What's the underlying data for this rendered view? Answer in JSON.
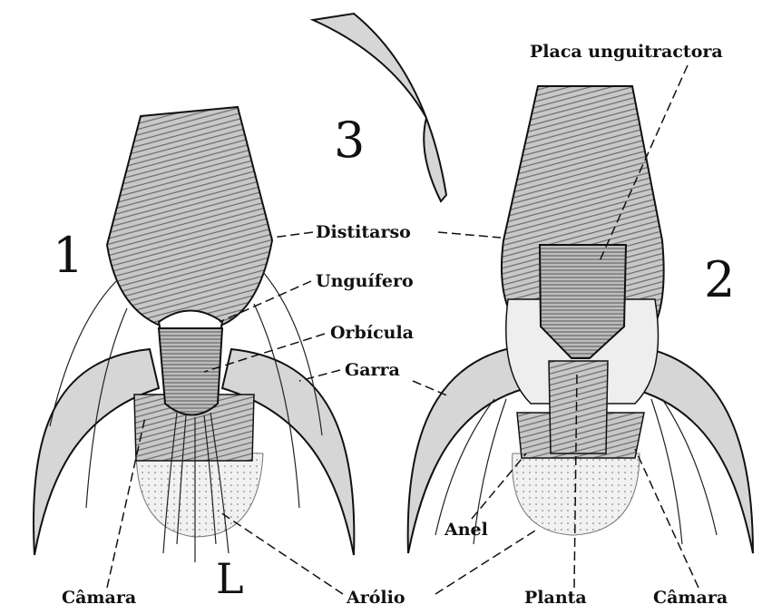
{
  "figure_numbers": {
    "fig1": "1",
    "fig2": "2",
    "fig3": "3",
    "corner_mark": "L"
  },
  "labels": {
    "placa_unguitractora": "Placa unguitractora",
    "distitarso": "Distitarso",
    "unguifero": "Unguífero",
    "orbicula": "Orbícula",
    "garra": "Garra",
    "camara_left": "Câmara",
    "arolio": "Arólio",
    "anel": "Anel",
    "planta": "Planta",
    "camara_right": "Câmara"
  },
  "colors": {
    "ink": "#111111",
    "tarsus_shade": "#b5b5b5",
    "claw_fill": "#d6d6d6",
    "arolium_fill": "#e8e8e8",
    "paper": "#ffffff"
  }
}
